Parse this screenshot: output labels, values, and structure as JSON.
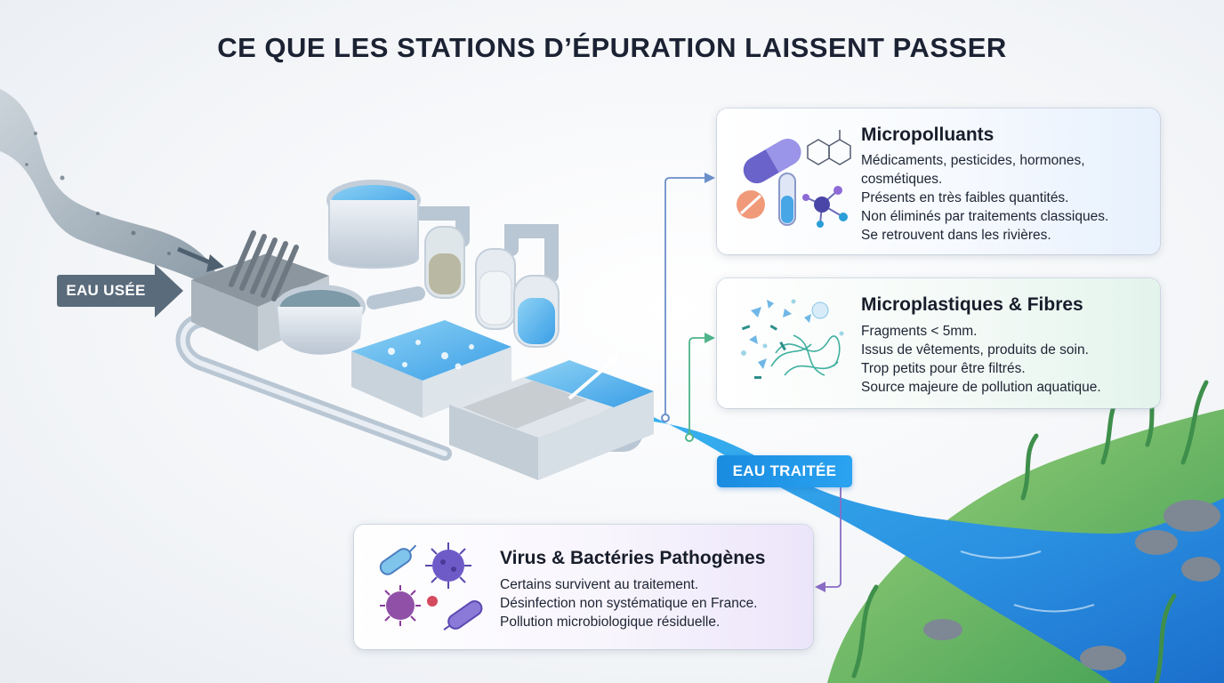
{
  "title": "CE QUE LES STATIONS D’ÉPURATION LAISSENT PASSER",
  "input_label": "EAU USÉE",
  "output_label": "EAU TRAITÉE",
  "colors": {
    "input_tag": "#5a6b7b",
    "output_tag": "#1a8be0",
    "micropolluants_accent": "#6b8fc9",
    "microplastiques_accent": "#4fb58a",
    "pathogenes_accent": "#8a6cc4"
  },
  "cards": [
    {
      "title": "Micropolluants",
      "icon": "pill-molecule-icon",
      "lines": [
        "Médicaments, pesticides, hormones,",
        "cosmétiques.",
        "Présents en très faibles quantités.",
        "Non éliminés par traitements classiques.",
        "Se retrouvent dans les rivières."
      ]
    },
    {
      "title": "Microplastiques & Fibres",
      "icon": "microplastic-fragments-icon",
      "lines": [
        "Fragments < 5mm.",
        "Issus de vêtements, produits de soin.",
        "Trop petits pour être filtrés.",
        "Source majeure de pollution aquatique."
      ]
    },
    {
      "title": "Virus & Bactéries Pathogènes",
      "icon": "virus-bacteria-icon",
      "lines": [
        "Certains survivent au traitement.",
        "Désinfection non systématique en France.",
        "Pollution microbiologique résiduelle."
      ]
    }
  ]
}
